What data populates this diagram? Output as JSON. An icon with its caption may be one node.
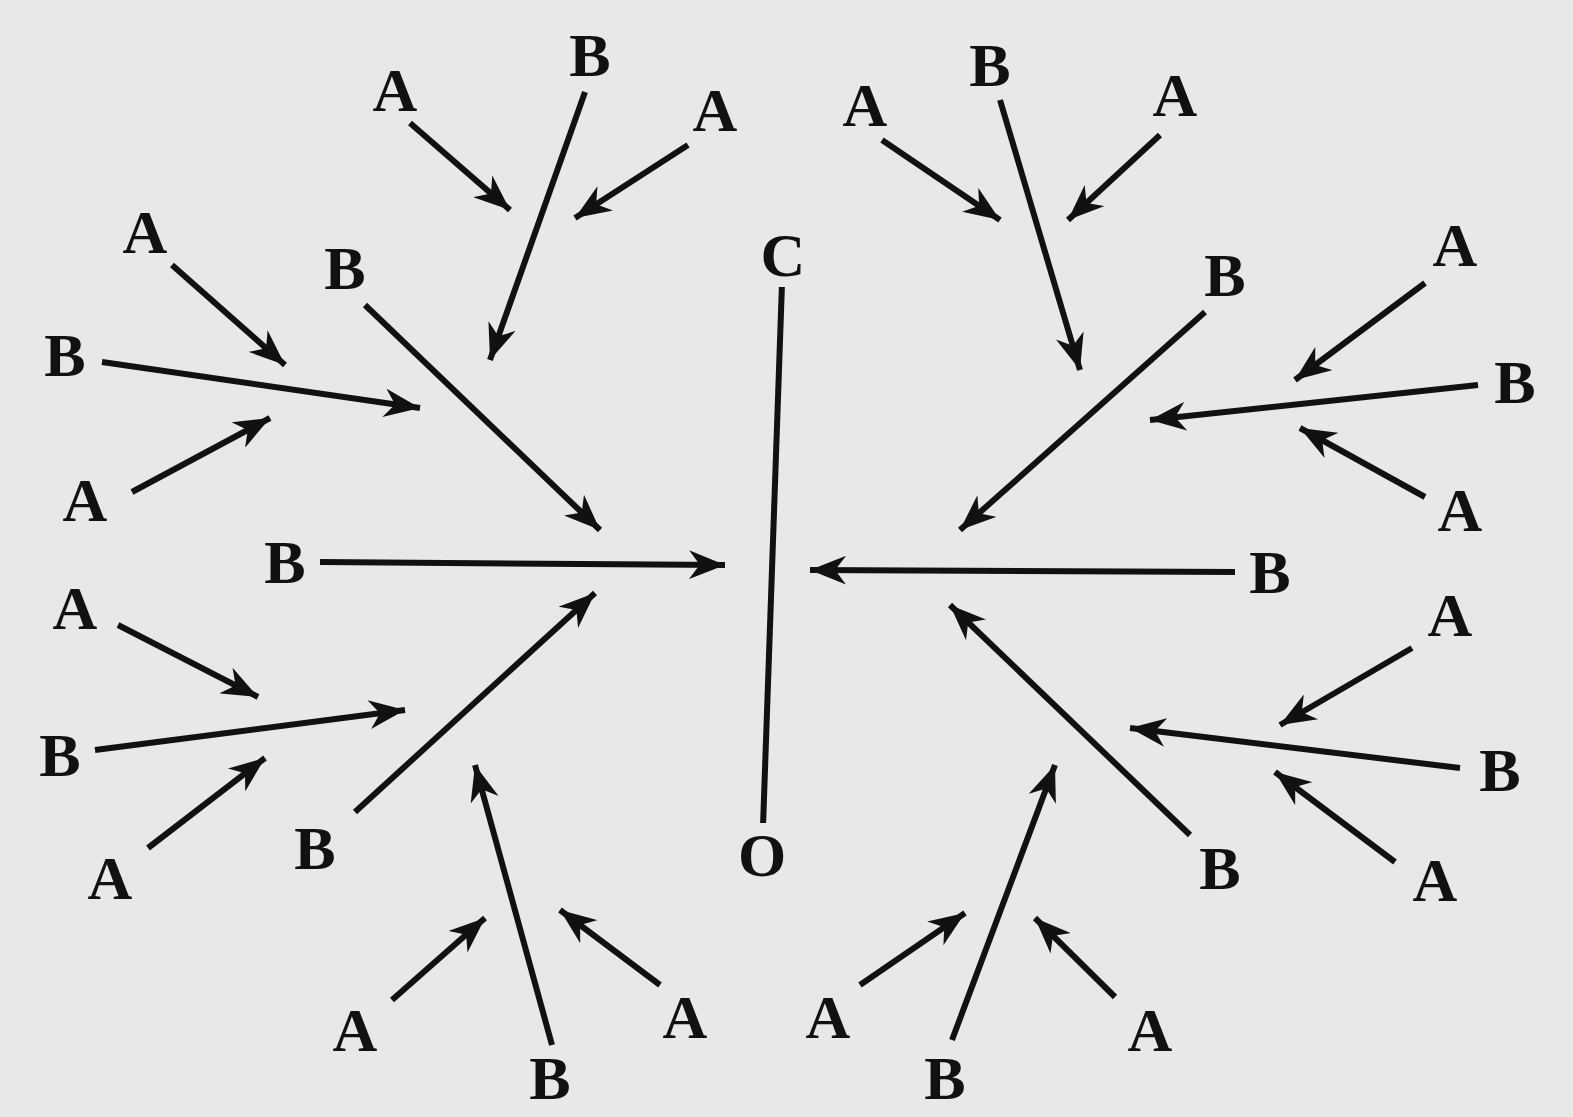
{
  "diagram": {
    "nodes": [
      {
        "text": [
          "A"
        ]
      },
      {
        "text": [
          "B"
        ]
      },
      {
        "text": [
          "A"
        ]
      },
      {
        "text": [
          "A"
        ]
      },
      {
        "text": [
          "B"
        ]
      },
      {
        "text": [
          "A"
        ]
      },
      {
        "text": [
          "A"
        ]
      },
      {
        "text": [
          "B"
        ]
      },
      {
        "text": [
          "C"
        ]
      },
      {
        "text": [
          "B"
        ]
      },
      {
        "text": [
          "A"
        ]
      },
      {
        "text": [
          "B"
        ]
      },
      {
        "text": [
          "B"
        ]
      },
      {
        "text": [
          "A"
        ]
      },
      {
        "text": [
          "A"
        ]
      },
      {
        "text": [
          "B"
        ]
      },
      {
        "text": [
          "B"
        ]
      },
      {
        "text": [
          "A"
        ]
      },
      {
        "text": [
          "A"
        ]
      },
      {
        "text": [
          "B"
        ]
      },
      {
        "text": [
          "B"
        ]
      },
      {
        "text": [
          "B"
        ]
      },
      {
        "text": [
          "O"
        ]
      },
      {
        "text": [
          "A"
        ]
      },
      {
        "text": [
          "B"
        ]
      },
      {
        "text": [
          "A"
        ]
      },
      {
        "text": [
          "A"
        ]
      },
      {
        "text": [
          "A"
        ]
      },
      {
        "text": [
          "B"
        ]
      },
      {
        "text": [
          "A"
        ]
      },
      {
        "text": [
          "B"
        ]
      },
      {
        "text": [
          "A"
        ]
      }
    ],
    "edges": [
      {
        "from": 0,
        "to": null,
        "arrow": "to"
      },
      {
        "from": 1,
        "to": null,
        "arrow": "to"
      },
      {
        "from": 2,
        "to": null,
        "arrow": "to"
      },
      {
        "from": 3,
        "to": null,
        "arrow": "to"
      },
      {
        "from": 4,
        "to": null,
        "arrow": "to"
      },
      {
        "from": 5,
        "to": null,
        "arrow": "to"
      },
      {
        "from": 6,
        "to": null,
        "arrow": "to"
      },
      {
        "from": 7,
        "to": null,
        "arrow": "to"
      },
      {
        "from": 8,
        "to": 22,
        "arrow": "none"
      },
      {
        "from": 9,
        "to": null,
        "arrow": "to"
      },
      {
        "from": 10,
        "to": null,
        "arrow": "to"
      },
      {
        "from": 11,
        "to": null,
        "arrow": "to"
      },
      {
        "from": 12,
        "to": null,
        "arrow": "to"
      },
      {
        "from": 13,
        "to": null,
        "arrow": "to"
      },
      {
        "from": 14,
        "to": null,
        "arrow": "to"
      },
      {
        "from": 15,
        "to": null,
        "arrow": "to"
      },
      {
        "from": 16,
        "to": null,
        "arrow": "to"
      },
      {
        "from": 17,
        "to": null,
        "arrow": "to"
      },
      {
        "from": 18,
        "to": null,
        "arrow": "to"
      },
      {
        "from": 19,
        "to": null,
        "arrow": "to"
      },
      {
        "from": 20,
        "to": null,
        "arrow": "to"
      },
      {
        "from": 21,
        "to": null,
        "arrow": "to"
      },
      {
        "from": 23,
        "to": null,
        "arrow": "to"
      },
      {
        "from": 24,
        "to": null,
        "arrow": "to"
      },
      {
        "from": 25,
        "to": null,
        "arrow": "to"
      },
      {
        "from": 26,
        "to": null,
        "arrow": "to"
      },
      {
        "from": 27,
        "to": null,
        "arrow": "to"
      },
      {
        "from": 28,
        "to": null,
        "arrow": "to"
      },
      {
        "from": 29,
        "to": null,
        "arrow": "to"
      },
      {
        "from": 30,
        "to": null,
        "arrow": "to"
      },
      {
        "from": 31,
        "to": null,
        "arrow": "to"
      }
    ]
  }
}
